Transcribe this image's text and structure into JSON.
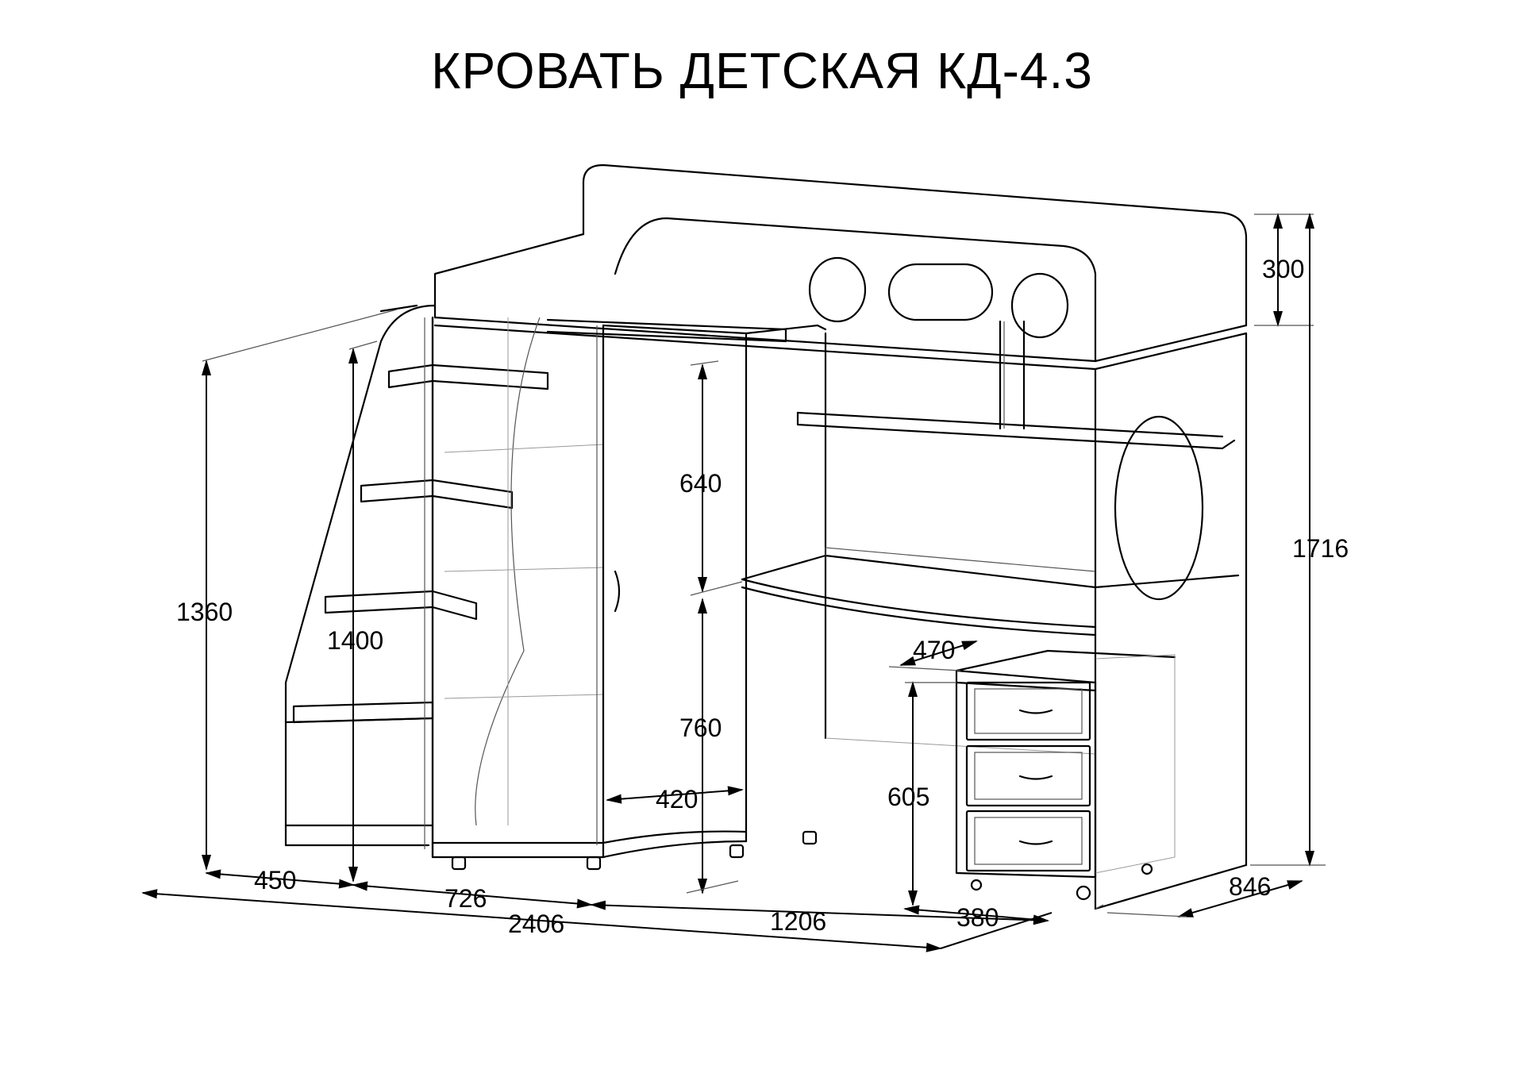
{
  "title": "КРОВАТЬ ДЕТСКАЯ КД-4.3",
  "dimensions": {
    "height_top_rail": "300",
    "height_total": "1716",
    "height_left": "1360",
    "height_stairs": "1400",
    "wardrobe_upper": "640",
    "wardrobe_lower": "760",
    "wardrobe_depth": "420",
    "drawer_width": "470",
    "drawer_height": "605",
    "drawer_depth": "380",
    "stair_width": "450",
    "wardrobe_width": "726",
    "desk_width": "1206",
    "total_length": "2406",
    "total_depth": "846"
  }
}
